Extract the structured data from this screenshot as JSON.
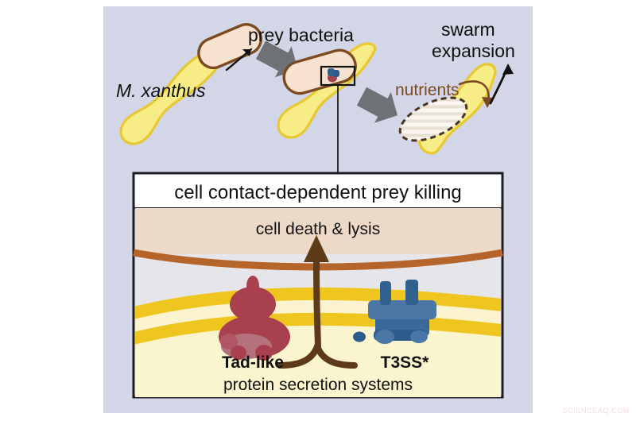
{
  "figure": {
    "background_color": "#d3d6e6",
    "canvas_color": "#ffffff",
    "watermark": "SCIENCEAQ.COM"
  },
  "top_panel": {
    "labels": {
      "organism": "M. xanthus",
      "prey": "prey bacteria",
      "nutrients": "nutrients",
      "swarm_line1": "swarm",
      "swarm_line2": "expansion"
    },
    "colors": {
      "predator_fill": "#f7ec86",
      "predator_stroke": "#e8c832",
      "prey_fill": "#f6e2cf",
      "prey_stroke": "#7c4a21",
      "grey_arrow": "#6e7175",
      "nutrients_text": "#7c4a21",
      "lysed_stroke": "#4a3524",
      "lysed_fill": "#f6f0e6"
    }
  },
  "detail_panel": {
    "title": "cell contact-dependent prey killing",
    "prey_region_label": "cell death & lysis",
    "secretion_label": "protein secretion systems",
    "machines": [
      {
        "name": "Tad-like",
        "color": "#a8404f"
      },
      {
        "name": "T3SS*",
        "color": "#31618f"
      }
    ],
    "colors": {
      "border": "#1b1b24",
      "title_bg": "#ffffff",
      "prey_cytoplasm": "#ecd9c7",
      "prey_membrane": "#b5642a",
      "periplasm": "#e6e6ea",
      "membrane_band": "#efc51f",
      "membrane_gap": "#fbf3cf",
      "cytoplasm": "#fbf5cf",
      "arrow": "#5d3a18"
    }
  }
}
